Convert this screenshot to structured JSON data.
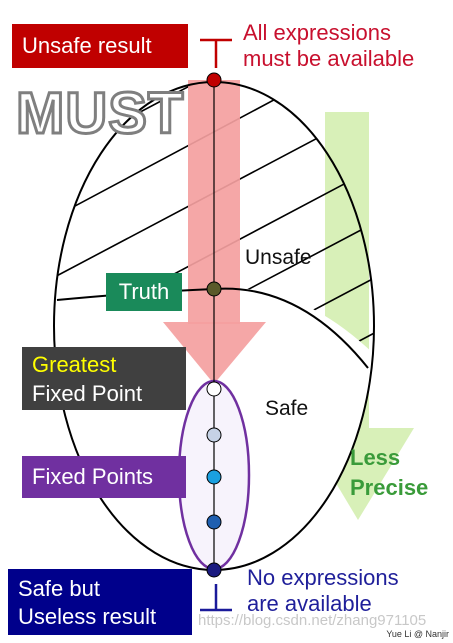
{
  "labels": {
    "unsafe_result": "Unsafe result",
    "all_expressions": [
      "All expressions",
      "must be available"
    ],
    "must": "MUST",
    "truth": "Truth",
    "unsafe": "Unsafe",
    "safe": "Safe",
    "greatest": "Greatest",
    "fixed_point": "Fixed Point",
    "fixed_points": "Fixed Points",
    "less_precise": [
      "Less",
      "Precise"
    ],
    "safe_but": "Safe but",
    "useless_result": "Useless result",
    "no_expressions": [
      "No expressions",
      "are available"
    ],
    "watermark": "https://blog.csdn.net/zhang971105",
    "credit": "Yue Li @ Nanjir"
  },
  "colors": {
    "unsafe_box": "#c00000",
    "truth_box": "#1a8a5a",
    "greatest_box": "#404040",
    "greatest_text": "#ffff00",
    "fixed_points_box": "#7030a0",
    "safe_box": "#00008b",
    "red_arrow": "#f4a0a0",
    "green_arrow": "#d8f0b8",
    "lattice_dots": [
      "#ffffff",
      "#c6d2e6",
      "#1aa0e0",
      "#1f5fb0",
      "#1a1a80"
    ]
  },
  "icons": {
    "top": "top-element-icon",
    "bottom": "bottom-element-icon"
  }
}
